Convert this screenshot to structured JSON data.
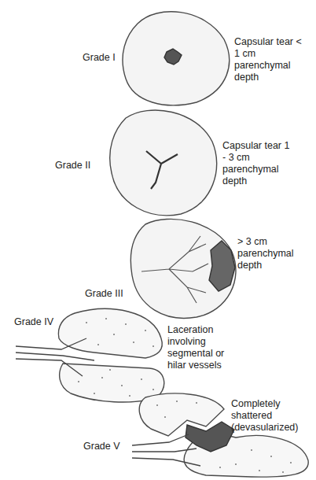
{
  "diagram": {
    "labels": [
      "Grade I",
      "Capsular tear < 1 cm parenchymal depth",
      "Grade II",
      "Capsular tear 1 - 3 cm parenchymal depth",
      "Grade III",
      "> 3 cm parenchymal depth",
      "Grade IV",
      "Laceration involving segmental or hilar vessels",
      "Grade V",
      "Completely shattered (devasularized)"
    ]
  }
}
